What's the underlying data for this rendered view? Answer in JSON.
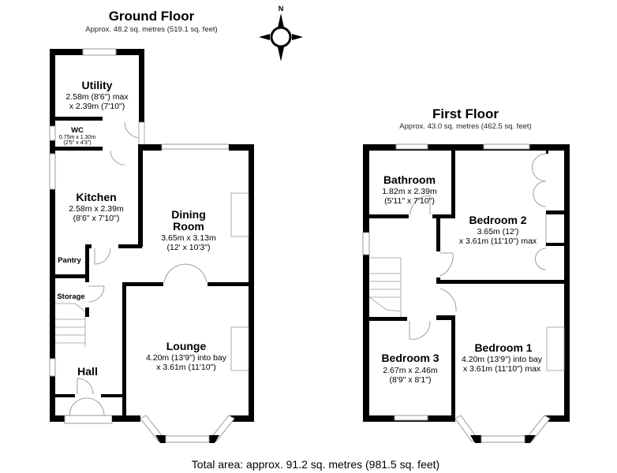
{
  "ground_floor": {
    "title": "Ground Floor",
    "area": "Approx. 48.2 sq. metres (519.1 sq. feet)",
    "rooms": {
      "utility": {
        "name": "Utility",
        "dim1": "2.58m (8'6\") max",
        "dim2": "x 2.39m (7'10\")"
      },
      "wc": {
        "name": "WC",
        "dim1": "0.75m x 1.30m",
        "dim2": "(2'5\" x 4'3\")"
      },
      "kitchen": {
        "name": "Kitchen",
        "dim1": "2.58m x 2.39m",
        "dim2": "(8'6\" x 7'10\")"
      },
      "dining": {
        "name1": "Dining",
        "name2": "Room",
        "dim1": "3.65m x 3.13m",
        "dim2": "(12' x 10'3\")"
      },
      "pantry": {
        "name": "Pantry"
      },
      "storage": {
        "name": "Storage"
      },
      "lounge": {
        "name": "Lounge",
        "dim1": "4.20m (13'9\") into bay",
        "dim2": "x 3.61m (11'10\")"
      },
      "hall": {
        "name": "Hall"
      }
    }
  },
  "first_floor": {
    "title": "First Floor",
    "area": "Approx. 43.0 sq. metres (462.5 sq. feet)",
    "rooms": {
      "bathroom": {
        "name": "Bathroom",
        "dim1": "1.82m x 2.39m",
        "dim2": "(5'11\" x 7'10\")"
      },
      "bedroom2": {
        "name": "Bedroom 2",
        "dim1": "3.65m (12')",
        "dim2": "x 3.61m (11'10\") max"
      },
      "bedroom3": {
        "name": "Bedroom 3",
        "dim1": "2.67m x 2.46m",
        "dim2": "(8'9\" x 8'1\")"
      },
      "bedroom1": {
        "name": "Bedroom 1",
        "dim1": "4.20m (13'9\") into bay",
        "dim2": "x 3.61m (11'10\") max"
      }
    }
  },
  "compass": {
    "label": "N"
  },
  "total_area": "Total area: approx. 91.2 sq. metres (981.5 sq. feet)"
}
